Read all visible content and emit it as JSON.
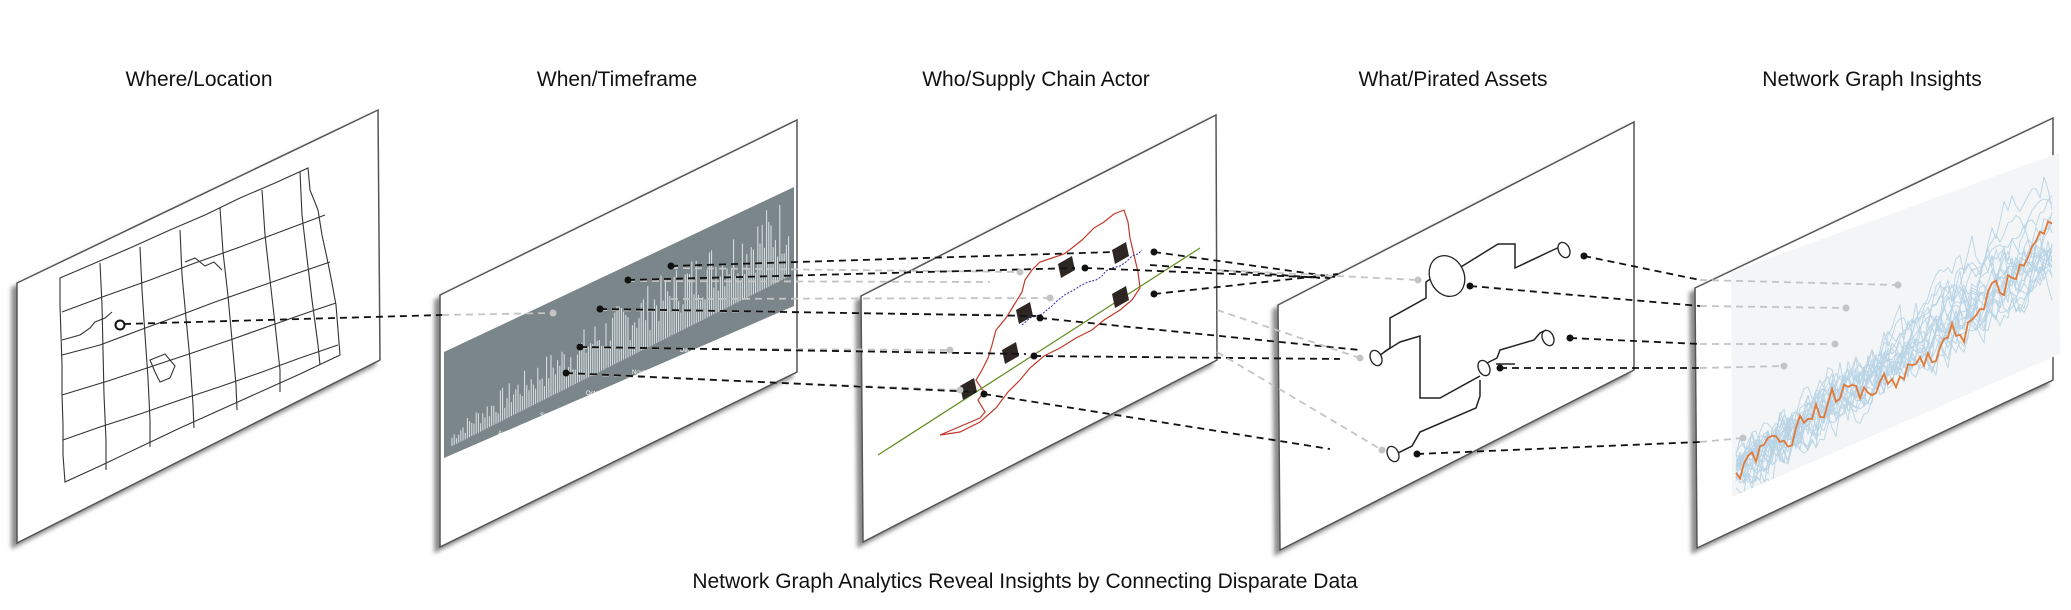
{
  "panels": [
    {
      "id": "where",
      "title": "Where/Location"
    },
    {
      "id": "when",
      "title": "When/Timeframe"
    },
    {
      "id": "who",
      "title": "Who/Supply Chain Actor"
    },
    {
      "id": "what",
      "title": "What/Pirated Assets"
    },
    {
      "id": "insights",
      "title": "Network Graph Insights"
    }
  ],
  "caption": "Network Graph Analytics Reveal Insights by Connecting Disparate Data",
  "timeline_month_labels": [
    "August",
    "September",
    "October",
    "November",
    "December"
  ],
  "colors": {
    "panel_border": "#555555",
    "panel_shadow": "#777777",
    "connector_front": "#111111",
    "connector_back": "#c4c4c4",
    "timeline_bg": "#7b868a",
    "actor_region": "#c0392b",
    "actor_path": "#3a3ab8",
    "actor_line": "#6a8f2a",
    "highlight_series": "#e07a3a",
    "background_series": "#b8d4e6"
  }
}
